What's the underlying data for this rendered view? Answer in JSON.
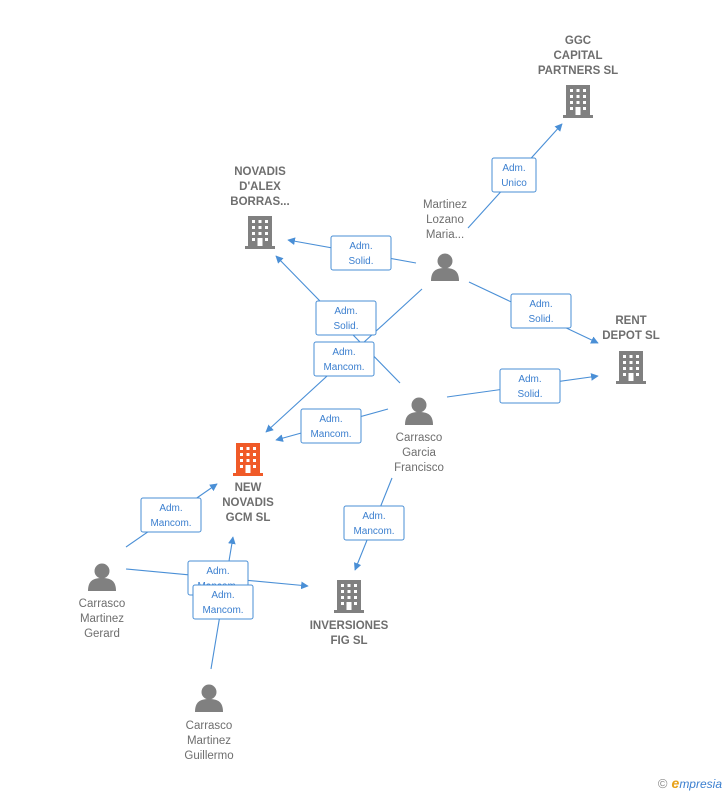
{
  "colors": {
    "edge": "#4a8fd6",
    "building": "#808080",
    "target_building": "#f05a28",
    "person": "#808080"
  },
  "companies": [
    {
      "id": "ggc",
      "lines": [
        "GGC",
        "CAPITAL",
        "PARTNERS  SL"
      ],
      "icon": "building-icon"
    },
    {
      "id": "novadis_dalex",
      "lines": [
        "NOVADIS",
        "D'ALEX",
        "BORRAS..."
      ],
      "icon": "building-icon"
    },
    {
      "id": "rent_depot",
      "lines": [
        "RENT",
        "DEPOT  SL"
      ],
      "icon": "building-icon"
    },
    {
      "id": "new_novadis",
      "lines": [
        "NEW",
        "NOVADIS",
        "GCM  SL"
      ],
      "icon": "building-icon",
      "highlight": true
    },
    {
      "id": "inversiones_fig",
      "lines": [
        "INVERSIONES",
        "FIG  SL"
      ],
      "icon": "building-icon"
    }
  ],
  "persons": [
    {
      "id": "martinez_lozano",
      "lines": [
        "Martinez",
        "Lozano",
        "Maria..."
      ],
      "icon": "person-icon"
    },
    {
      "id": "carrasco_garcia",
      "lines": [
        "Carrasco",
        "Garcia",
        "Francisco"
      ],
      "icon": "person-icon"
    },
    {
      "id": "carrasco_gerard",
      "lines": [
        "Carrasco",
        "Martinez",
        "Gerard"
      ],
      "icon": "person-icon"
    },
    {
      "id": "carrasco_guillermo",
      "lines": [
        "Carrasco",
        "Martinez",
        "Guillermo"
      ],
      "icon": "person-icon"
    }
  ],
  "relations": [
    {
      "from": "martinez_lozano",
      "to": "ggc",
      "lines": [
        "Adm.",
        "Unico"
      ]
    },
    {
      "from": "martinez_lozano",
      "to": "novadis_dalex",
      "lines": [
        "Adm.",
        "Solid."
      ]
    },
    {
      "from": "martinez_lozano",
      "to": "rent_depot",
      "lines": [
        "Adm.",
        "Solid."
      ]
    },
    {
      "from": "martinez_lozano",
      "to": "new_novadis",
      "lines": [
        "Adm.",
        "Mancom."
      ]
    },
    {
      "from": "carrasco_garcia",
      "to": "novadis_dalex",
      "lines": [
        "Adm.",
        "Solid."
      ]
    },
    {
      "from": "carrasco_garcia",
      "to": "rent_depot",
      "lines": [
        "Adm.",
        "Solid."
      ]
    },
    {
      "from": "carrasco_garcia",
      "to": "new_novadis",
      "lines": [
        "Adm.",
        "Mancom."
      ]
    },
    {
      "from": "carrasco_garcia",
      "to": "inversiones_fig",
      "lines": [
        "Adm.",
        "Mancom."
      ]
    },
    {
      "from": "carrasco_gerard",
      "to": "new_novadis",
      "lines": [
        "Adm.",
        "Mancom."
      ]
    },
    {
      "from": "carrasco_gerard",
      "to": "inversiones_fig",
      "lines": [
        "Adm.",
        "Mancom."
      ]
    },
    {
      "from": "carrasco_guillermo",
      "to": "new_novadis",
      "lines": [
        "Adm.",
        "Mancom."
      ]
    }
  ],
  "footer": {
    "copyright": "©",
    "brand_initial": "e",
    "brand_rest": "mpresia"
  }
}
